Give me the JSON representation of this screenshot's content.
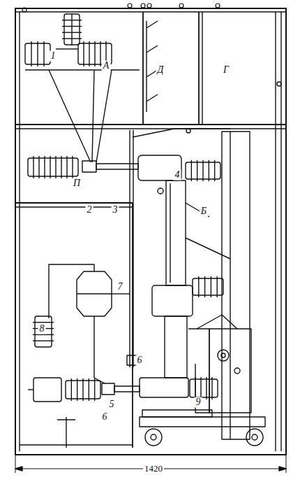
{
  "diagram": {
    "labels": [
      "1",
      "А",
      "Д",
      "Г",
      "2",
      "3",
      "П",
      "4",
      "Б",
      "7",
      "8",
      "5",
      "6",
      "6",
      "9",
      "1420"
    ]
  }
}
